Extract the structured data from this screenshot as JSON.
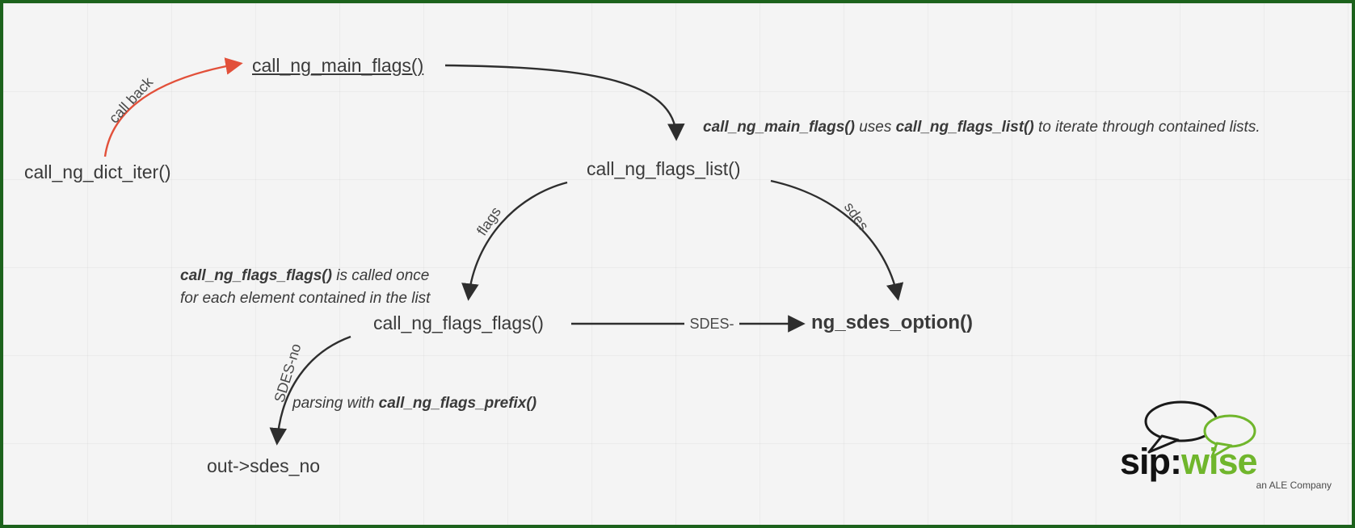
{
  "diagram": {
    "nodes": {
      "dict_iter": {
        "label": "call_ng_dict_iter()"
      },
      "main_flags": {
        "label": "call_ng_main_flags()"
      },
      "flags_list": {
        "label": "call_ng_flags_list()"
      },
      "flags_flags": {
        "label": "call_ng_flags_flags()"
      },
      "sdes_option": {
        "label": "ng_sdes_option()"
      },
      "out_sdes_no": {
        "label": "out->sdes_no"
      }
    },
    "edges": {
      "call_back": {
        "label": "call back"
      },
      "flags": {
        "label": "flags"
      },
      "sdes": {
        "label": "sdes"
      },
      "sdes_dash": {
        "label": "SDES-"
      },
      "sdes_no": {
        "label": "SDES-no"
      }
    },
    "annotations": {
      "main_flags_note": {
        "fn1": "call_ng_main_flags()",
        "text1": " uses ",
        "fn2": "call_ng_flags_list()",
        "text2": " to iterate through contained lists."
      },
      "flags_flags_note": {
        "fn": "call_ng_flags_flags()",
        "text1": " is called once",
        "text2": "for each element contained in the list"
      },
      "prefix_note": {
        "text1": "parsing with ",
        "fn": "call_ng_flags_prefix()"
      }
    }
  },
  "logo": {
    "sip": "sip:",
    "wise": "wise",
    "tagline": "an ALE Company"
  },
  "colors": {
    "background": "#f4f4f4",
    "border": "#1c621c",
    "arrow": "#2e2e2e",
    "callback_arrow": "#e2503a",
    "logo_green": "#70b62c",
    "text": "#3a3a3a"
  }
}
